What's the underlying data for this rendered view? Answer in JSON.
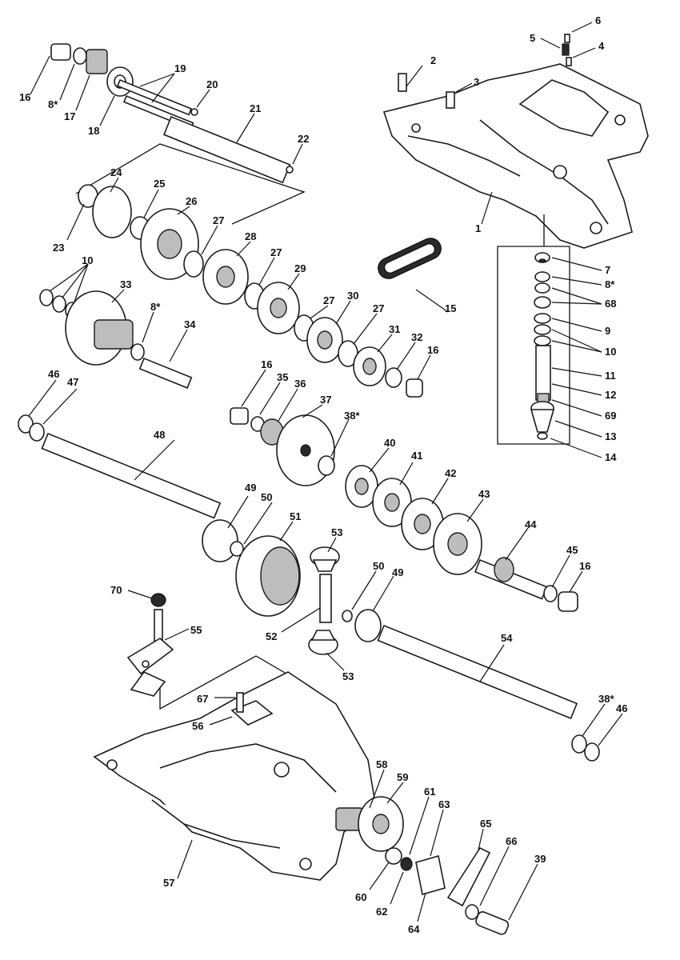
{
  "callouts": [
    {
      "id": "c-16a",
      "text": "16"
    },
    {
      "id": "c-8a",
      "text": "8*"
    },
    {
      "id": "c-17",
      "text": "17"
    },
    {
      "id": "c-18",
      "text": "18"
    },
    {
      "id": "c-19",
      "text": "19"
    },
    {
      "id": "c-20",
      "text": "20"
    },
    {
      "id": "c-21",
      "text": "21"
    },
    {
      "id": "c-22",
      "text": "22"
    },
    {
      "id": "c-2",
      "text": "2"
    },
    {
      "id": "c-3",
      "text": "3"
    },
    {
      "id": "c-5",
      "text": "5"
    },
    {
      "id": "c-6",
      "text": "6"
    },
    {
      "id": "c-4",
      "text": "4"
    },
    {
      "id": "c-1",
      "text": "1"
    },
    {
      "id": "c-23",
      "text": "23"
    },
    {
      "id": "c-24",
      "text": "24"
    },
    {
      "id": "c-25",
      "text": "25"
    },
    {
      "id": "c-26",
      "text": "26"
    },
    {
      "id": "c-27a",
      "text": "27"
    },
    {
      "id": "c-28",
      "text": "28"
    },
    {
      "id": "c-27b",
      "text": "27"
    },
    {
      "id": "c-29",
      "text": "29"
    },
    {
      "id": "c-27c",
      "text": "27"
    },
    {
      "id": "c-30",
      "text": "30"
    },
    {
      "id": "c-27d",
      "text": "27"
    },
    {
      "id": "c-31",
      "text": "31"
    },
    {
      "id": "c-32",
      "text": "32"
    },
    {
      "id": "c-16b",
      "text": "16"
    },
    {
      "id": "c-15",
      "text": "15"
    },
    {
      "id": "c-10a",
      "text": "10"
    },
    {
      "id": "c-33",
      "text": "33"
    },
    {
      "id": "c-8b",
      "text": "8*"
    },
    {
      "id": "c-34",
      "text": "34"
    },
    {
      "id": "c-7",
      "text": "7"
    },
    {
      "id": "c-8c",
      "text": "8*"
    },
    {
      "id": "c-68a",
      "text": "68"
    },
    {
      "id": "c-9",
      "text": "9"
    },
    {
      "id": "c-10b",
      "text": "10"
    },
    {
      "id": "c-11",
      "text": "11"
    },
    {
      "id": "c-12",
      "text": "12"
    },
    {
      "id": "c-69",
      "text": "69"
    },
    {
      "id": "c-13",
      "text": "13"
    },
    {
      "id": "c-14",
      "text": "14"
    },
    {
      "id": "c-46a",
      "text": "46"
    },
    {
      "id": "c-47",
      "text": "47"
    },
    {
      "id": "c-48",
      "text": "48"
    },
    {
      "id": "c-16c",
      "text": "16"
    },
    {
      "id": "c-35",
      "text": "35"
    },
    {
      "id": "c-36",
      "text": "36"
    },
    {
      "id": "c-37",
      "text": "37"
    },
    {
      "id": "c-38a",
      "text": "38*"
    },
    {
      "id": "c-40",
      "text": "40"
    },
    {
      "id": "c-41",
      "text": "41"
    },
    {
      "id": "c-42",
      "text": "42"
    },
    {
      "id": "c-43",
      "text": "43"
    },
    {
      "id": "c-49a",
      "text": "49"
    },
    {
      "id": "c-50a",
      "text": "50"
    },
    {
      "id": "c-51",
      "text": "51"
    },
    {
      "id": "c-53a",
      "text": "53"
    },
    {
      "id": "c-44",
      "text": "44"
    },
    {
      "id": "c-45",
      "text": "45"
    },
    {
      "id": "c-16d",
      "text": "16"
    },
    {
      "id": "c-70",
      "text": "70"
    },
    {
      "id": "c-55",
      "text": "55"
    },
    {
      "id": "c-50b",
      "text": "50"
    },
    {
      "id": "c-49b",
      "text": "49"
    },
    {
      "id": "c-52",
      "text": "52"
    },
    {
      "id": "c-53b",
      "text": "53"
    },
    {
      "id": "c-54",
      "text": "54"
    },
    {
      "id": "c-67",
      "text": "67"
    },
    {
      "id": "c-56",
      "text": "56"
    },
    {
      "id": "c-38b",
      "text": "38*"
    },
    {
      "id": "c-46b",
      "text": "46"
    },
    {
      "id": "c-58",
      "text": "58"
    },
    {
      "id": "c-59",
      "text": "59"
    },
    {
      "id": "c-61",
      "text": "61"
    },
    {
      "id": "c-63",
      "text": "63"
    },
    {
      "id": "c-65",
      "text": "65"
    },
    {
      "id": "c-66",
      "text": "66"
    },
    {
      "id": "c-39",
      "text": "39"
    },
    {
      "id": "c-57",
      "text": "57"
    },
    {
      "id": "c-60",
      "text": "60"
    },
    {
      "id": "c-62",
      "text": "62"
    },
    {
      "id": "c-64",
      "text": "64"
    }
  ]
}
